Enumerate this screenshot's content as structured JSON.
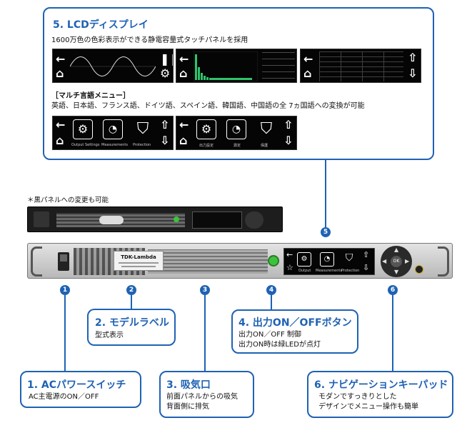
{
  "lcd_box": {
    "title": "5. LCDディスプレイ",
    "desc": "1600万色の色彩表示ができる静電容量式タッチパネルを採用",
    "menu_heading": "［マルチ言語メニュー］",
    "menu_desc": "英語、日本語、フランス語、ドイツ語、スペイン語、韓国語、中国語の全 7ヵ国語への変換が可能",
    "screen_en_labels": [
      "Output Settings",
      "Measurements",
      "Protection"
    ],
    "screen_ja_labels": [
      "出力設定",
      "測定",
      "保護"
    ]
  },
  "black_panel_note": "＊黒パネルへの変更も可能",
  "front_panel": {
    "brand": "TDK-Lambda",
    "lcd_labels": [
      "Output",
      "Measurements",
      "Protection"
    ],
    "ok_label": "OK"
  },
  "callouts": [
    {
      "num": "1",
      "title": "1. ACパワースイッチ",
      "lines": [
        "AC主電源のON／OFF"
      ]
    },
    {
      "num": "2",
      "title": "2. モデルラベル",
      "lines": [
        "型式表示"
      ]
    },
    {
      "num": "3",
      "title": "3. 吸気口",
      "lines": [
        "前面パネルからの吸気",
        "背面側に排気"
      ]
    },
    {
      "num": "4",
      "title": "4. 出力ON／OFFボタン",
      "lines": [
        "出力ON／OFF 制御",
        "出力ON時は緑LEDが点灯"
      ]
    },
    {
      "num": "5"
    },
    {
      "num": "6",
      "title": "6. ナビゲーションキーパッド",
      "lines": [
        "モダンですっきりとした",
        "デザインでメニュー操作も簡単"
      ]
    }
  ],
  "colors": {
    "accent": "#1f62b4",
    "led": "#3ec23e"
  }
}
